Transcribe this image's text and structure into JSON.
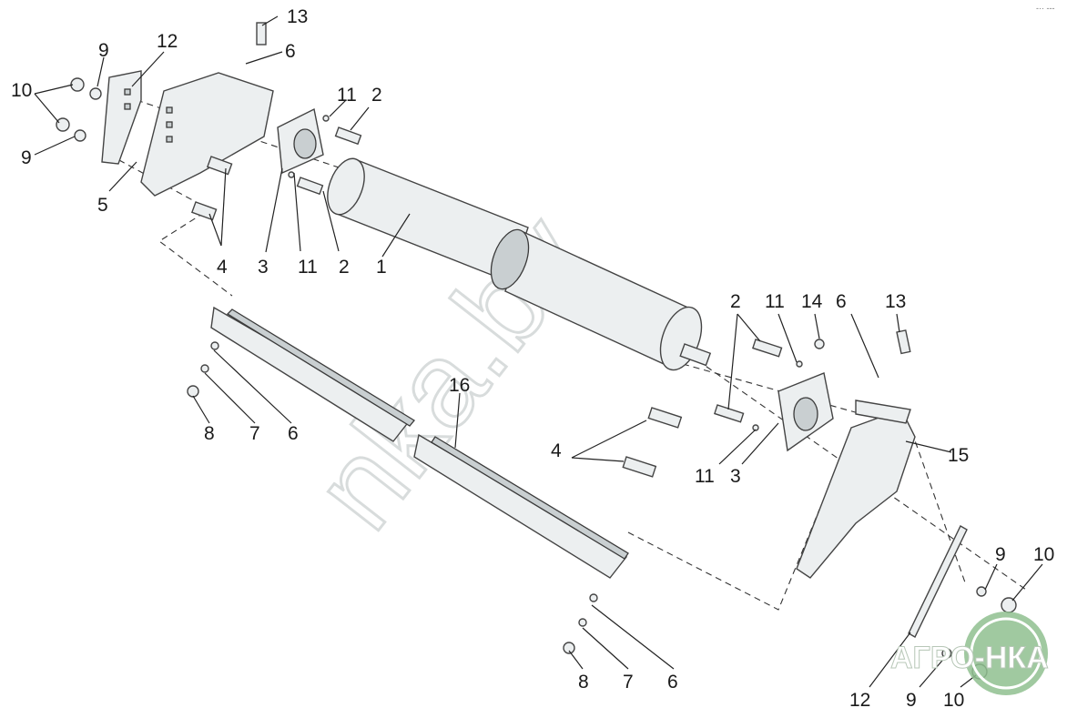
{
  "callouts": {
    "c1": "1",
    "c2a": "2",
    "c2b": "2",
    "c2c": "2",
    "c3a": "3",
    "c3b": "3",
    "c4a": "4",
    "c4b": "4",
    "c5": "5",
    "c6a": "6",
    "c6b": "6",
    "c6c": "6",
    "c6d": "6",
    "c7a": "7",
    "c7b": "7",
    "c8a": "8",
    "c8b": "8",
    "c9a": "9",
    "c9b": "9",
    "c9c": "9",
    "c9d": "9",
    "c10a": "10",
    "c10b": "10",
    "c10c": "10",
    "c11a": "11",
    "c11b": "11",
    "c11c": "11",
    "c11d": "11",
    "c12a": "12",
    "c12b": "12",
    "c13a": "13",
    "c13b": "13",
    "c14": "14",
    "c15": "15",
    "c16": "16"
  },
  "watermark": "nka.by",
  "logo": {
    "text": "АГРО-НКА",
    "color": "#8fbf8f"
  },
  "corner_mark": "-·· ---"
}
